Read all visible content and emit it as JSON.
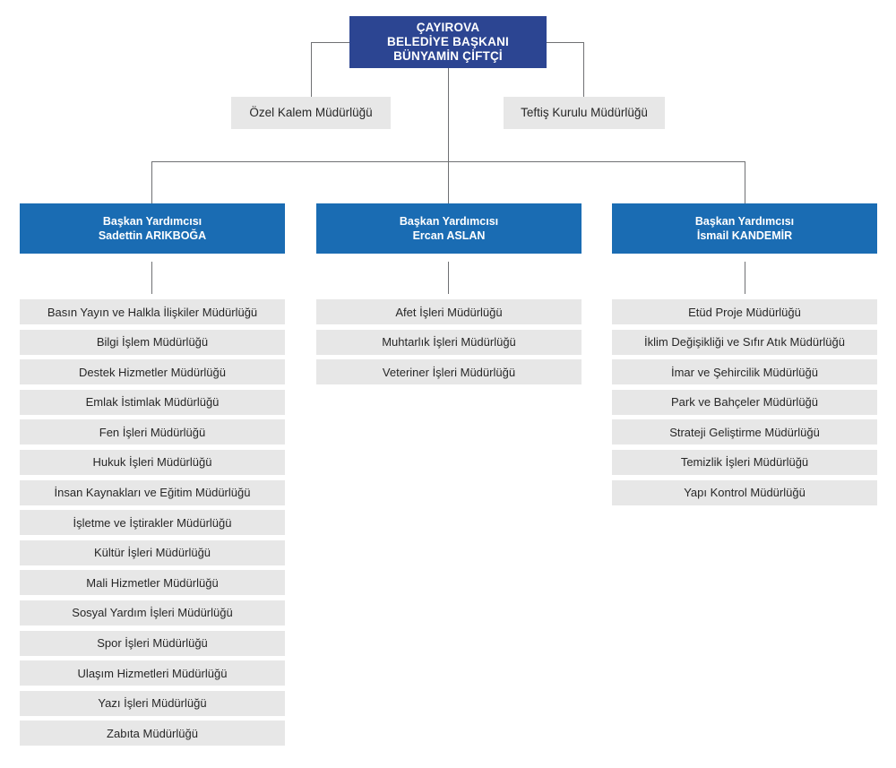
{
  "colors": {
    "root_box": "#2c4592",
    "deputy_box": "#1a6cb3",
    "unit_box": "#e7e7e7",
    "connector_line": "#6f7073",
    "page_background": "#ffffff",
    "text_on_blue": "#ffffff",
    "text_on_grey": "#272727"
  },
  "root": {
    "line1": "ÇAYIROVA",
    "line2": "BELEDİYE BAŞKANI",
    "line3": "BÜNYAMİN ÇİFTÇİ"
  },
  "staff": [
    {
      "label": "Özel Kalem Müdürlüğü"
    },
    {
      "label": "Teftiş Kurulu Müdürlüğü"
    }
  ],
  "columns": [
    {
      "deputy": {
        "title": "Başkan Yardımcısı",
        "name": "Sadettin ARIKBOĞA"
      },
      "units": [
        "Basın Yayın ve Halkla İlişkiler Müdürlüğü",
        "Bilgi İşlem Müdürlüğü",
        "Destek Hizmetler Müdürlüğü",
        "Emlak İstimlak Müdürlüğü",
        "Fen İşleri Müdürlüğü",
        "Hukuk İşleri  Müdürlüğü",
        "İnsan Kaynakları ve Eğitim Müdürlüğü",
        "İşletme ve İştirakler Müdürlüğü",
        "Kültür İşleri Müdürlüğü",
        "Mali Hizmetler Müdürlüğü",
        "Sosyal Yardım İşleri Müdürlüğü",
        "Spor İşleri Müdürlüğü",
        "Ulaşım Hizmetleri Müdürlüğü",
        "Yazı İşleri Müdürlüğü",
        "Zabıta Müdürlüğü"
      ]
    },
    {
      "deputy": {
        "title": "Başkan Yardımcısı",
        "name": "Ercan ASLAN"
      },
      "units": [
        "Afet İşleri Müdürlüğü",
        "Muhtarlık İşleri Müdürlüğü",
        "Veteriner İşleri Müdürlüğü"
      ]
    },
    {
      "deputy": {
        "title": "Başkan Yardımcısı",
        "name": "İsmail KANDEMİR"
      },
      "units": [
        "Etüd Proje Müdürlüğü",
        "İklim Değişikliği ve Sıfır Atık Müdürlüğü",
        "İmar ve Şehircilik Müdürlüğü",
        "Park ve Bahçeler Müdürlüğü",
        "Strateji Geliştirme Müdürlüğü",
        "Temizlik İşleri Müdürlüğü",
        "Yapı Kontrol Müdürlüğü"
      ]
    }
  ]
}
